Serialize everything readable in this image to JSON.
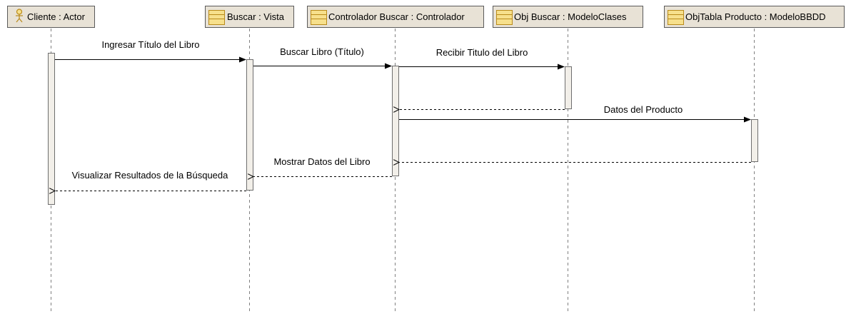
{
  "colors": {
    "participant_fill": "#e8e2d6",
    "participant_border": "#5a5a5a",
    "activation_fill": "#f2efe9",
    "activation_border": "#6e6e6e",
    "icon_fill": "#f7e08c",
    "icon_border": "#b98a1a",
    "line": "#000000",
    "lifeline": "#808080"
  },
  "participants": [
    {
      "id": "cliente",
      "label": "Cliente : Actor",
      "icon": "actor-icon"
    },
    {
      "id": "vista",
      "label": "Buscar : Vista",
      "icon": "class-icon"
    },
    {
      "id": "controlador",
      "label": "Controlador Buscar : Controlador",
      "icon": "class-icon"
    },
    {
      "id": "modelo",
      "label": "Obj Buscar : ModeloClases",
      "icon": "class-icon"
    },
    {
      "id": "bbdd",
      "label": "ObjTabla Producto : ModeloBBDD",
      "icon": "class-icon"
    }
  ],
  "messages": [
    {
      "label": "Ingresar Título del Libro",
      "from": "cliente",
      "to": "vista",
      "kind": "call"
    },
    {
      "label": "Buscar Libro (Título)",
      "from": "vista",
      "to": "controlador",
      "kind": "call"
    },
    {
      "label": "Recibir Titulo del Libro",
      "from": "controlador",
      "to": "modelo",
      "kind": "call"
    },
    {
      "label": "",
      "from": "modelo",
      "to": "controlador",
      "kind": "return"
    },
    {
      "label": "Datos del Producto",
      "from": "controlador",
      "to": "bbdd",
      "kind": "call"
    },
    {
      "label": "",
      "from": "bbdd",
      "to": "controlador",
      "kind": "return"
    },
    {
      "label": "Mostrar Datos del Libro",
      "from": "controlador",
      "to": "vista",
      "kind": "return"
    },
    {
      "label": "Visualizar Resultados de la Búsqueda",
      "from": "vista",
      "to": "cliente",
      "kind": "return"
    }
  ]
}
